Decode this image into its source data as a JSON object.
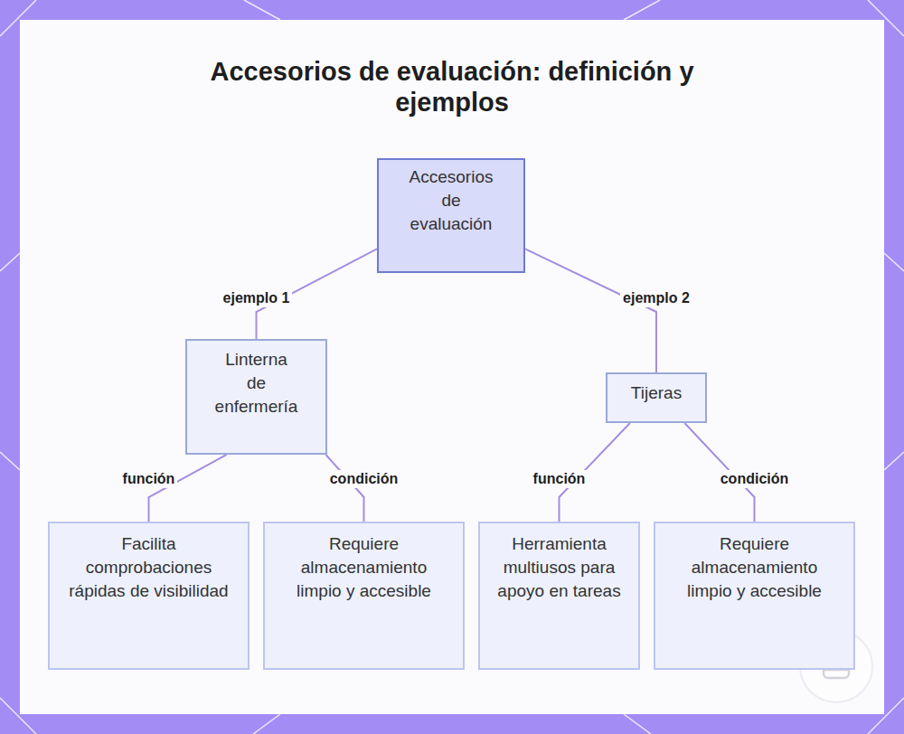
{
  "diagram": {
    "title": "Accesorios de evaluación: definición y ejemplos",
    "nodes": [
      {
        "text": [
          "Accesorios de evaluación"
        ]
      },
      {
        "text": [
          "Linterna de enfermería"
        ]
      },
      {
        "text": [
          "Tijeras"
        ]
      },
      {
        "text": [
          "Facilita comprobaciones rápidas de visibilidad"
        ]
      },
      {
        "text": [
          "Requiere almacenamiento limpio y accesible"
        ]
      },
      {
        "text": [
          "Herramienta multiusos para apoyo en tareas"
        ]
      },
      {
        "text": [
          "Requiere almacenamiento limpio y accesible"
        ]
      }
    ],
    "edges": [
      {
        "from": 0,
        "to": 1,
        "label": "ejemplo 1",
        "arrow": "none"
      },
      {
        "from": 0,
        "to": 2,
        "label": "ejemplo 2",
        "arrow": "none"
      },
      {
        "from": 1,
        "to": 3,
        "label": "función",
        "arrow": "none"
      },
      {
        "from": 1,
        "to": 4,
        "label": "condición",
        "arrow": "none"
      },
      {
        "from": 2,
        "to": 5,
        "label": "función",
        "arrow": "none"
      },
      {
        "from": 2,
        "to": 6,
        "label": "condición",
        "arrow": "none"
      }
    ]
  }
}
